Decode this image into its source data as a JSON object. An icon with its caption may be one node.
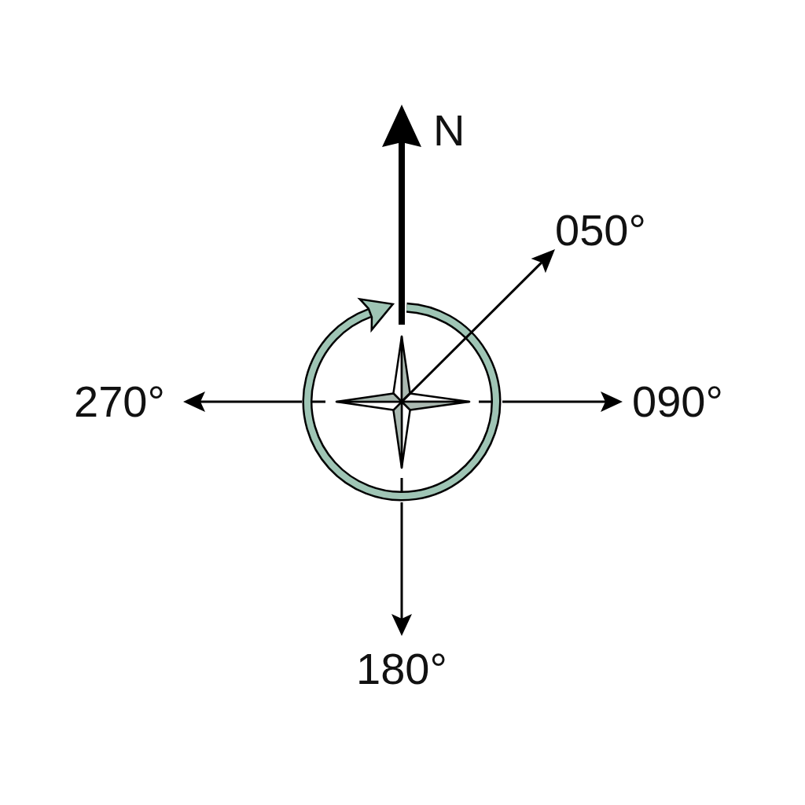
{
  "diagram": {
    "labels": [
      "N",
      "050°",
      "270°",
      "090°",
      "180°"
    ]
  }
}
